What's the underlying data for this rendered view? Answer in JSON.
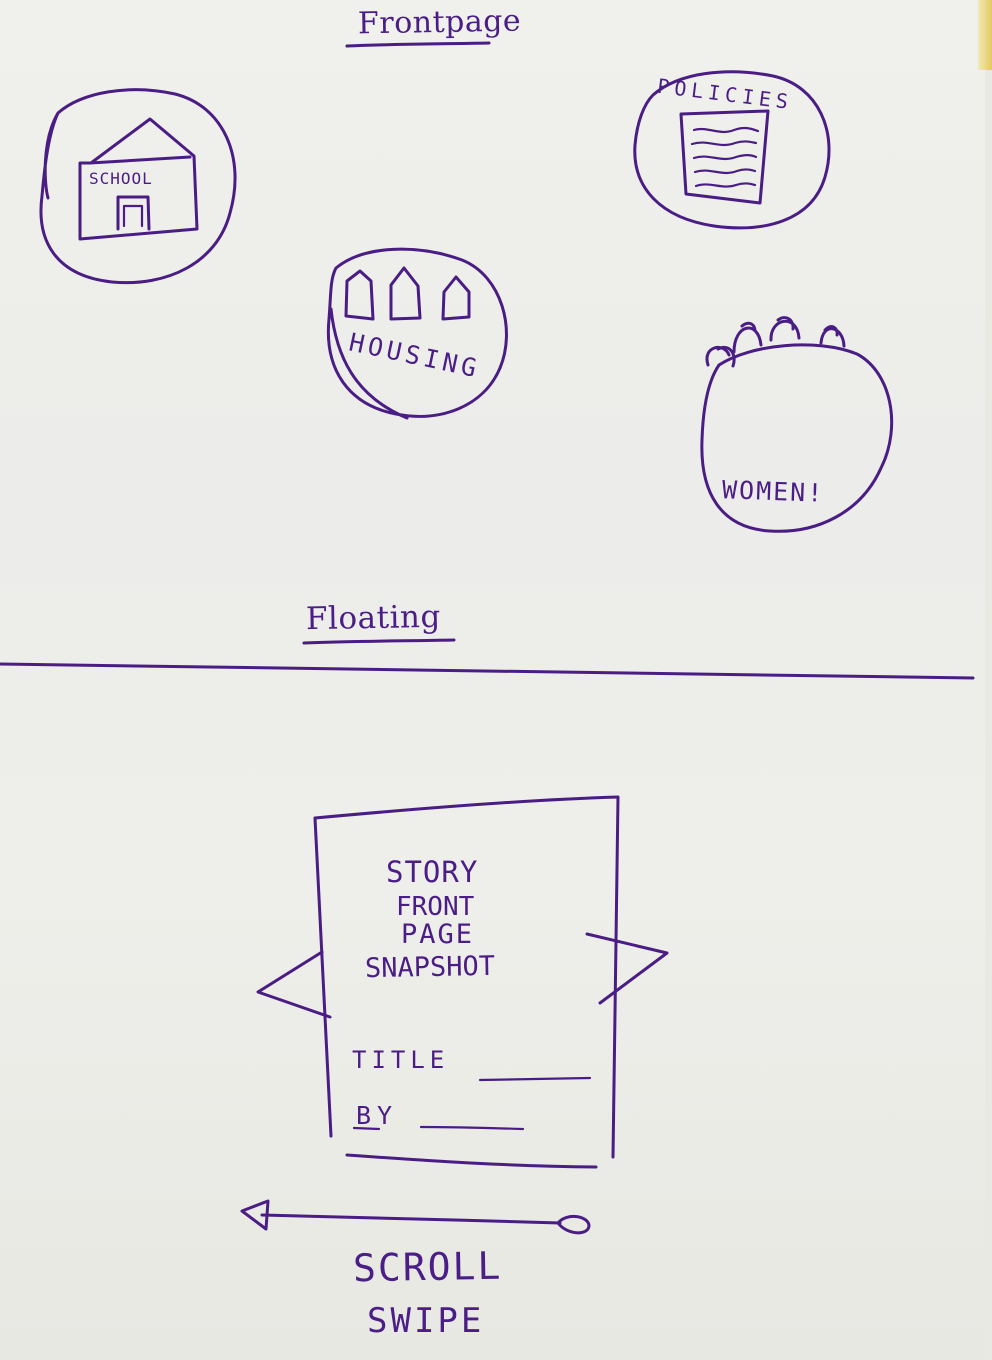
{
  "sections": {
    "frontpage": "Frontpage",
    "floating": "Floating"
  },
  "circles": {
    "school": "SCHOOL",
    "policies": "POLICIES",
    "housing": "HOUSING",
    "women": "WOMEN!"
  },
  "story": {
    "line1": "STORY",
    "line2": "FRONT",
    "line3": "PAGE",
    "line4": "SNAPSHOT",
    "title_label": "TITLE",
    "by_label": "BY"
  },
  "footer": {
    "scroll": "SCROLL",
    "swipe": "SWIPE"
  }
}
